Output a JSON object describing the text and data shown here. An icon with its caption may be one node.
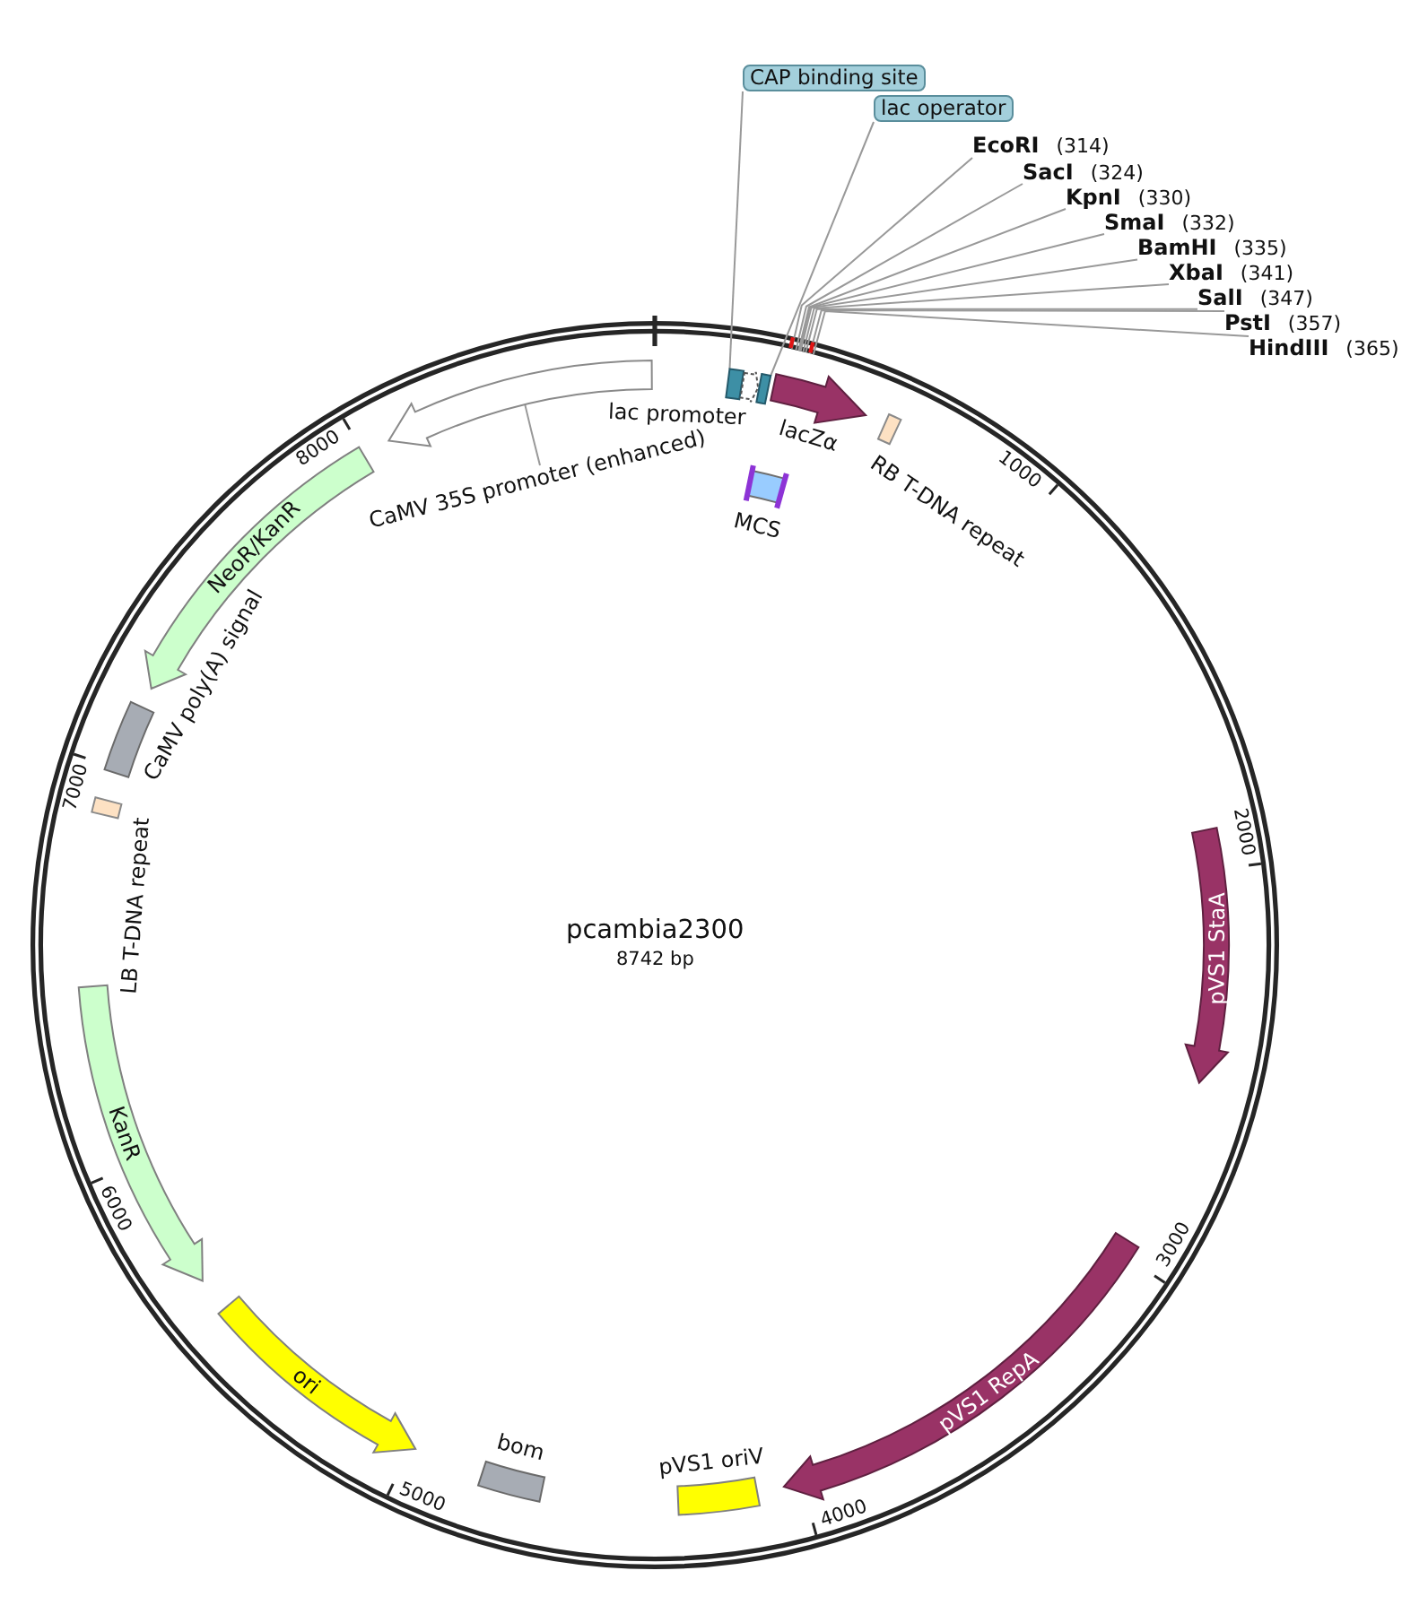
{
  "diagram": {
    "title": "pcambia2300",
    "nodes": [
      {
        "text": [
          "CAP binding site"
        ]
      },
      {
        "text": [
          "lac operator"
        ]
      },
      {
        "text": [
          "**EcoRI** (314)"
        ]
      },
      {
        "text": [
          "**SacI** (324)"
        ]
      },
      {
        "text": [
          "**KpnI** (330)"
        ]
      },
      {
        "text": [
          "**SmaI** (332)"
        ]
      },
      {
        "text": [
          "**BamHI** (335)"
        ]
      },
      {
        "text": [
          "**XbaI** (341)"
        ]
      },
      {
        "text": [
          "**SalI** (347)"
        ]
      },
      {
        "text": [
          "**PstI** (357)"
        ]
      },
      {
        "text": [
          "**HindIII** (365)"
        ]
      },
      {
        "text": [],
        "shape": "box"
      },
      {
        "text": [
          "lac promoter"
        ]
      },
      {
        "text": [],
        "shape": "box"
      },
      {
        "text": [
          "lacZα"
        ]
      },
      {
        "text": [
          "RB T-DNA repeat"
        ]
      },
      {
        "text": [
          "MCS"
        ]
      },
      {
        "text": [],
        "shape": "arrow"
      },
      {
        "text": [
          "CaMV 35S promoter (enhanced)"
        ]
      },
      {
        "text": [
          "NeoR/KanR"
        ]
      },
      {
        "text": [
          "CaMV poly(A) signal"
        ]
      },
      {
        "text": [
          "LB T-DNA repeat"
        ]
      },
      {
        "text": [
          "KanR"
        ]
      },
      {
        "text": [
          "ori"
        ]
      },
      {
        "text": [
          "bom"
        ]
      },
      {
        "text": [
          "pVS1 oriV"
        ]
      },
      {
        "text": [
          "pVS1 RepA"
        ]
      },
      {
        "text": [
          "pVS1 StaA"
        ]
      }
    ],
    "edges": [
      {
        "from": 0,
        "to": 11,
        "arrow": "none"
      },
      {
        "from": 1,
        "to": 13,
        "arrow": "none"
      },
      {
        "from": 2,
        "to": null,
        "arrow": "none"
      },
      {
        "from": 3,
        "to": null,
        "arrow": "none"
      },
      {
        "from": 4,
        "to": null,
        "arrow": "none"
      },
      {
        "from": 5,
        "to": null,
        "arrow": "none"
      },
      {
        "from": 6,
        "to": null,
        "arrow": "none"
      },
      {
        "from": 7,
        "to": null,
        "arrow": "none"
      },
      {
        "from": 8,
        "to": null,
        "arrow": "none"
      },
      {
        "from": 9,
        "to": null,
        "arrow": "none"
      },
      {
        "from": 10,
        "to": null,
        "arrow": "none"
      },
      {
        "from": 18,
        "to": 17,
        "arrow": "none"
      }
    ],
    "labels": [
      "8000",
      "1000",
      "7000",
      "2000",
      "8742 bp",
      "6000",
      "3000",
      "5000",
      "4000"
    ]
  }
}
